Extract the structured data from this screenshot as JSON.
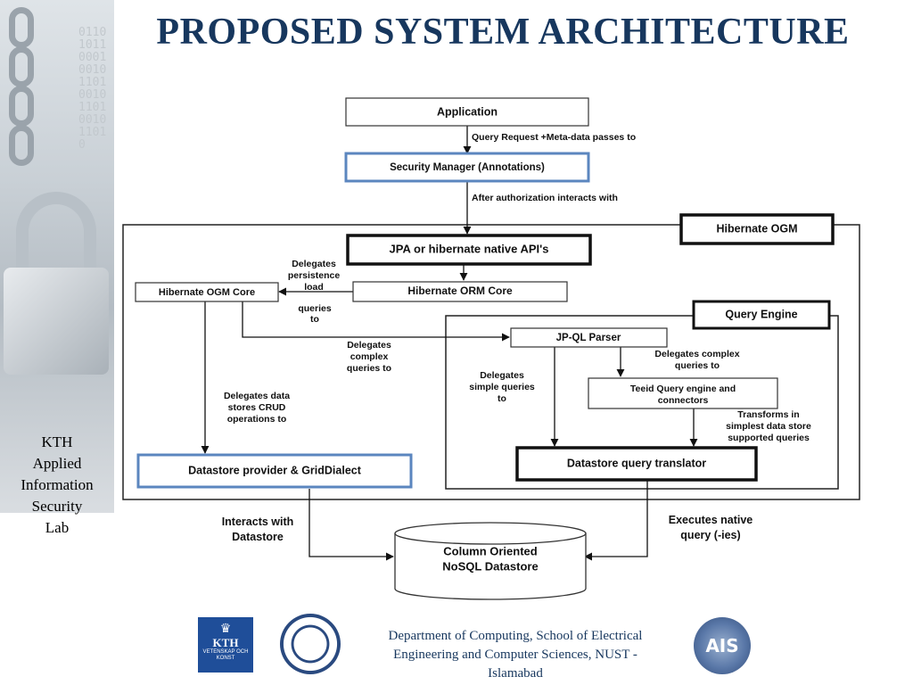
{
  "slide": {
    "title": "PROPOSED SYSTEM ARCHITECTURE",
    "sidebar_lines": [
      "KTH",
      "Applied",
      "Information",
      "Security",
      "Lab"
    ],
    "footer_lines": [
      "Department of Computing, School of Electrical",
      "Engineering and Computer Sciences, NUST -",
      "Islamabad"
    ],
    "logos": {
      "kth": {
        "text": "KTH",
        "subtext": "VETENSKAP OCH KONST"
      },
      "ais": {
        "text": "AIS"
      }
    }
  },
  "diagram": {
    "nodes": {
      "application": "Application",
      "security_manager": "Security Manager (Annotations)",
      "hibernate_ogm": "Hibernate OGM",
      "jpa_api": "JPA or hibernate native API's",
      "hibernate_ogm_core": "Hibernate OGM Core",
      "hibernate_orm_core": "Hibernate ORM Core",
      "query_engine": "Query Engine",
      "jpql_parser": "JP-QL Parser",
      "teeid_engine": [
        "Teeid Query engine and",
        "connectors"
      ],
      "datastore_provider": "Datastore provider & GridDialect",
      "datastore_translator": "Datastore query translator",
      "nosql_datastore": [
        "Column Oriented",
        "NoSQL Datastore"
      ]
    },
    "edge_labels": {
      "query_request": "Query Request +Meta-data passes to",
      "after_authorization": "After authorization interacts with",
      "delegates_persistence": [
        "Delegates",
        "persistence",
        "load"
      ],
      "queries_to": [
        "queries",
        "to"
      ],
      "delegates_complex": [
        "Delegates",
        "complex",
        "queries to"
      ],
      "delegates_crud": [
        "Delegates data",
        "stores CRUD",
        "operations to"
      ],
      "delegates_complex_2": [
        "Delegates complex",
        "queries to"
      ],
      "delegates_simple": [
        "Delegates",
        "simple queries",
        "to"
      ],
      "transforms": [
        "Transforms in",
        "simplest data store",
        "supported queries"
      ],
      "interacts_datastore": [
        "Interacts with",
        "Datastore"
      ],
      "executes_native": [
        "Executes native",
        "query (-ies)"
      ]
    }
  }
}
